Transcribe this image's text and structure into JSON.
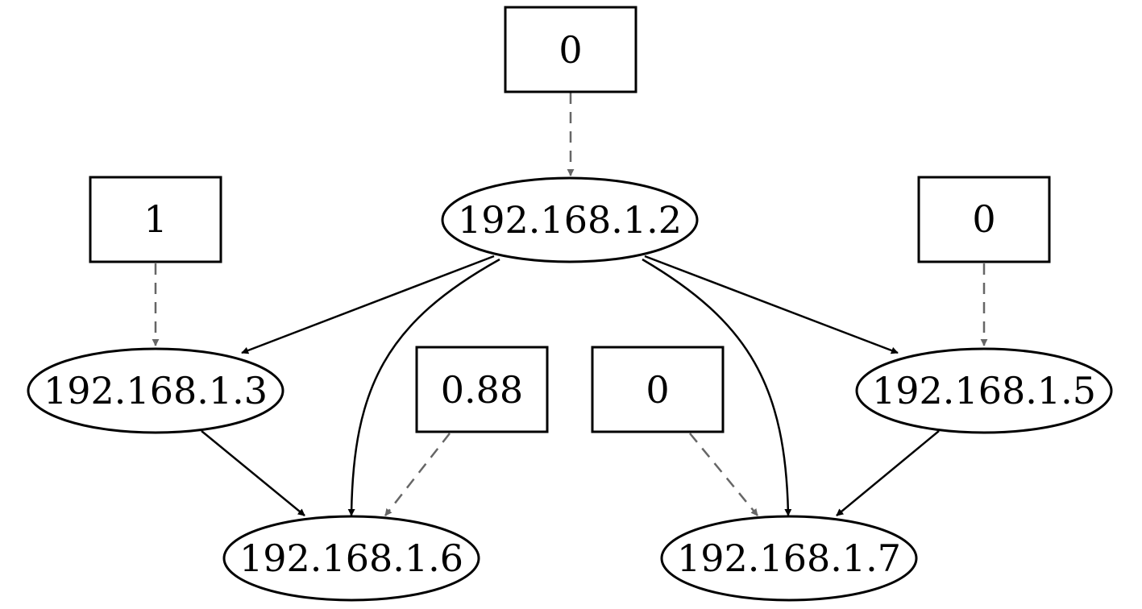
{
  "colors": {
    "solid_edge": "#000000",
    "dashed_edge": "#666666",
    "node_stroke": "#000000"
  },
  "nodes": {
    "host_2": "192.168.1.2",
    "host_3": "192.168.1.3",
    "host_5": "192.168.1.5",
    "host_6": "192.168.1.6",
    "host_7": "192.168.1.7"
  },
  "scores": {
    "host_2": "0",
    "host_3": "1",
    "host_5": "0",
    "host_6": "0.88",
    "host_7": "0"
  },
  "edges": [
    {
      "from": "192.168.1.2",
      "to": "192.168.1.3",
      "style": "solid"
    },
    {
      "from": "192.168.1.2",
      "to": "192.168.1.6",
      "style": "solid"
    },
    {
      "from": "192.168.1.2",
      "to": "192.168.1.7",
      "style": "solid"
    },
    {
      "from": "192.168.1.2",
      "to": "192.168.1.5",
      "style": "solid"
    },
    {
      "from": "192.168.1.3",
      "to": "192.168.1.6",
      "style": "solid"
    },
    {
      "from": "192.168.1.5",
      "to": "192.168.1.7",
      "style": "solid"
    },
    {
      "from": "0",
      "to": "192.168.1.2",
      "style": "dashed"
    },
    {
      "from": "1",
      "to": "192.168.1.3",
      "style": "dashed"
    },
    {
      "from": "0",
      "to": "192.168.1.5",
      "style": "dashed"
    },
    {
      "from": "0.88",
      "to": "192.168.1.6",
      "style": "dashed"
    },
    {
      "from": "0",
      "to": "192.168.1.7",
      "style": "dashed"
    }
  ]
}
